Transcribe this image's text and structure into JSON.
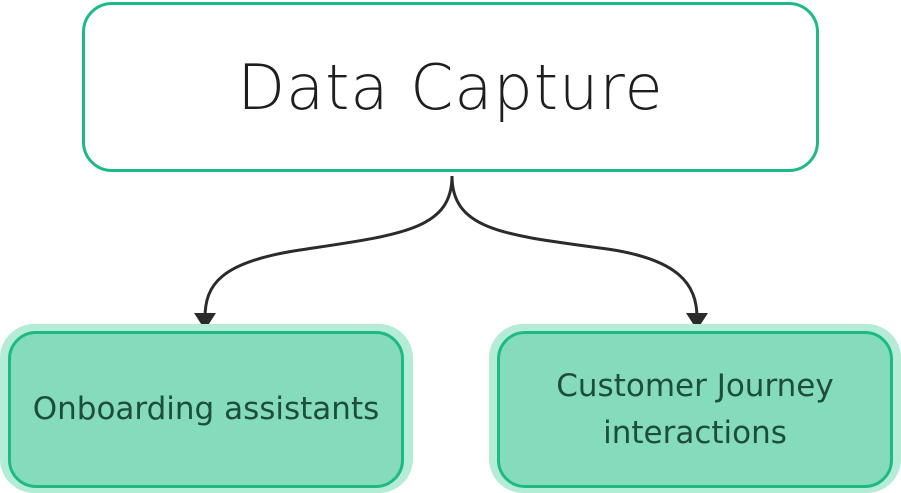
{
  "diagram": {
    "root": {
      "label": "Data Capture"
    },
    "children": [
      {
        "label": "Onboarding assistants"
      },
      {
        "label_lines": [
          "Customer Journey",
          "interactions"
        ]
      }
    ],
    "edges": [
      {
        "from": "Data Capture",
        "to": "Onboarding assistants"
      },
      {
        "from": "Data Capture",
        "to": "Customer Journey interactions"
      }
    ],
    "colors": {
      "border": "#1dbb83",
      "child_fill": "#84dcbc",
      "child_halo": "#b4ecd6",
      "child_text": "#1e4d3c",
      "root_text": "#1e1e1e",
      "edge": "#2b2b2b"
    }
  }
}
